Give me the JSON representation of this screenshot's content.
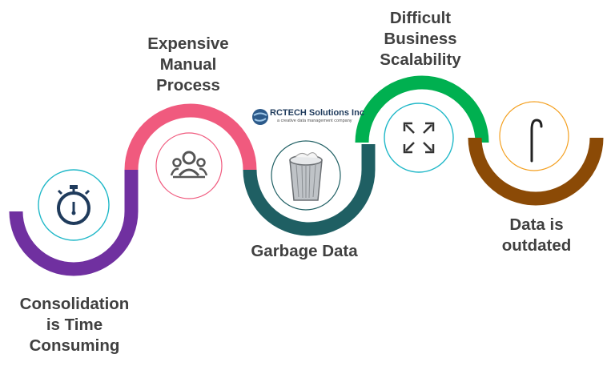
{
  "stages": [
    {
      "label_lines": [
        "Consolidation",
        "is Time",
        "Consuming"
      ],
      "color": "#7030a0",
      "icon": "stopwatch-icon"
    },
    {
      "label_lines": [
        "Expensive",
        "Manual",
        "Process"
      ],
      "color": "#f05a7e",
      "icon": "people-group-icon"
    },
    {
      "label_lines": [
        "Garbage Data"
      ],
      "color": "#1f5f63",
      "icon": "trash-bin-icon"
    },
    {
      "label_lines": [
        "Difficult",
        "Business",
        "Scalability"
      ],
      "color": "#00b050",
      "icon": "expand-arrows-icon"
    },
    {
      "label_lines": [
        "Data is",
        "outdated"
      ],
      "color": "#8b4a06",
      "icon": "cane-icon"
    }
  ],
  "logo": {
    "name": "RCTECH Solutions Inc",
    "tagline": "a creative data management company"
  },
  "icon_ring_color": "#20b8c8"
}
